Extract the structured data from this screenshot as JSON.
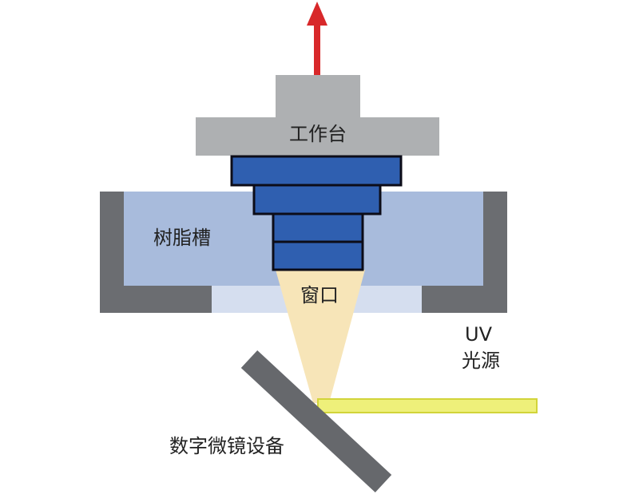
{
  "diagram": {
    "labels": {
      "stage": "工作台",
      "resin_vat": "树脂槽",
      "window": "窗口",
      "uv_light_line1": "UV",
      "uv_light_line2": "光源",
      "dmd": "数字微镜设备"
    },
    "colors": {
      "arrow": "#d8282a",
      "stage": "#aeb0b2",
      "part_layer": "#2f5fb0",
      "part_outline": "#0c0c18",
      "resin": "#a8bbdc",
      "vat_wall": "#6b6d71",
      "window_glass": "#d5deef",
      "light_cone": "#f7e5b8",
      "uv_beam": "#eef07a",
      "uv_beam_edge": "#d2d43a",
      "mirror": "#66686c"
    }
  }
}
